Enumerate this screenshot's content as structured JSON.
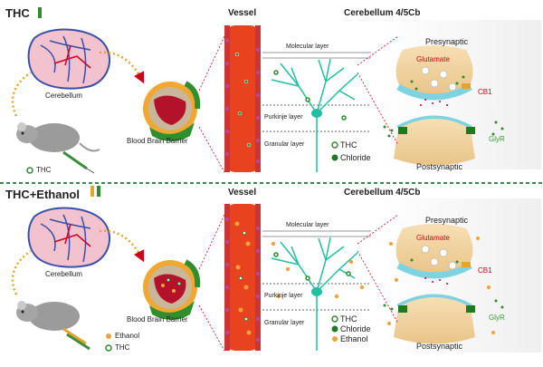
{
  "panels": [
    {
      "title": "THC",
      "legend": [
        "THC"
      ],
      "vessel_label": "Vessel",
      "region_label": "Cerebellum 4/5Cb",
      "cerebellum_label": "Cerebellum",
      "bbb_label": "Blood Brain Barrier",
      "layers": [
        "Molecular layer",
        "Purkinje layer",
        "Granular layer"
      ],
      "neuron_legend": [
        "THC",
        "Chloride"
      ],
      "presynaptic": "Presynaptic",
      "postsynaptic": "Postsynaptic",
      "glutamate": "Glutamate",
      "cb1": "CB1",
      "glyr": "GlyR"
    },
    {
      "title": "THC+Ethanol",
      "legend": [
        "Ethanol",
        "THC"
      ],
      "vessel_label": "Vessel",
      "region_label": "Cerebellum 4/5Cb",
      "cerebellum_label": "Cerebellum",
      "bbb_label": "Blood Brain Barrier",
      "layers": [
        "Molecular layer",
        "Purkinje layer",
        "Granular layer"
      ],
      "neuron_legend": [
        "THC",
        "Chloride",
        "Ethanol"
      ],
      "presynaptic": "Presynaptic",
      "postsynaptic": "Postsynaptic",
      "glutamate": "Glutamate",
      "cb1": "CB1",
      "glyr": "GlyR"
    }
  ],
  "colors": {
    "thc": "#2e8b2e",
    "ethanol": "#f2a23a",
    "chloride": "#1f7a1f",
    "vessel": "#e8421e",
    "neuron": "#20c0a0",
    "divider": "#3a8a4a",
    "synapse": "#f2d3a0"
  }
}
